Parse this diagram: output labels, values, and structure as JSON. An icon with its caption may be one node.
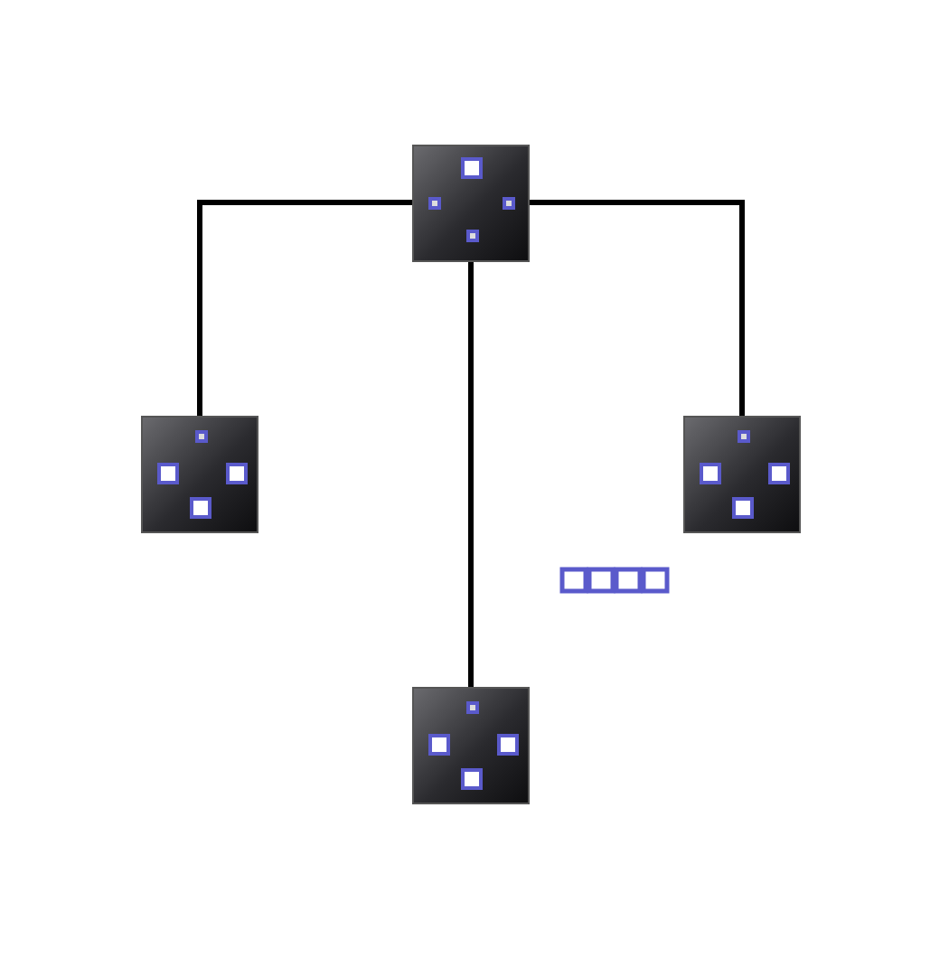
{
  "diagram": {
    "nodes": [
      {
        "text": [],
        "shape": "box"
      },
      {
        "text": [],
        "shape": "box"
      },
      {
        "text": [],
        "shape": "box"
      },
      {
        "text": [],
        "shape": "box"
      }
    ],
    "edges": [
      {
        "from": 0,
        "to": 1,
        "arrow": "none"
      },
      {
        "from": 0,
        "to": 2,
        "arrow": "none"
      },
      {
        "from": 0,
        "to": 3,
        "arrow": "none"
      }
    ]
  }
}
